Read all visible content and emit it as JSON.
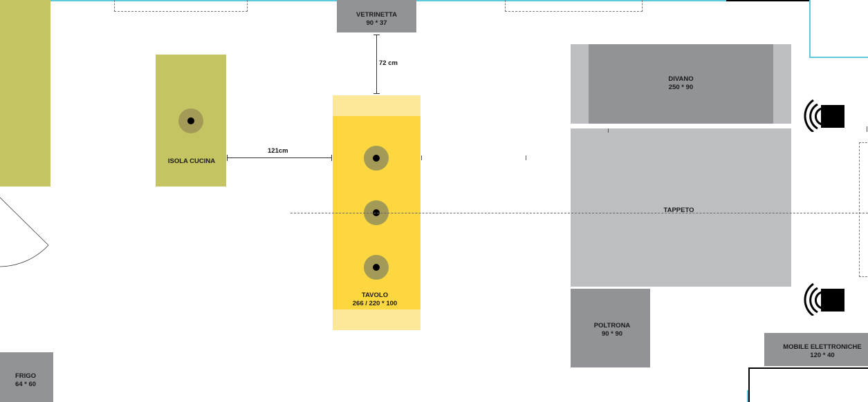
{
  "furniture": {
    "vetrinetta": {
      "name": "VETRINETTA",
      "size": "90 * 37"
    },
    "divano": {
      "name": "DIVANO",
      "size": "250 * 90"
    },
    "isola": {
      "name": "ISOLA CUCINA"
    },
    "tappeto": {
      "name": "TAPPETO"
    },
    "tavolo": {
      "name": "TAVOLO",
      "size": "266 / 220 * 100"
    },
    "poltrona": {
      "name": "POLTRONA",
      "size": "90 * 90"
    },
    "mobile": {
      "name": "MOBILE ELETTRONICHE",
      "size": "120 * 40"
    },
    "frigo": {
      "name": "FRIGO",
      "size": "64 * 60"
    }
  },
  "dimensions": {
    "vertical": "72 cm",
    "horizontal": "121cm"
  },
  "colors": {
    "olive": "#c5c462",
    "table_yellow": "#fdd740",
    "table_light": "#fde799",
    "grey_dark": "#929396",
    "grey_light": "#bdbec2",
    "wall_blue": "#5bc8dc"
  },
  "icons": [
    "ceiling-light-icon",
    "speaker-icon"
  ]
}
